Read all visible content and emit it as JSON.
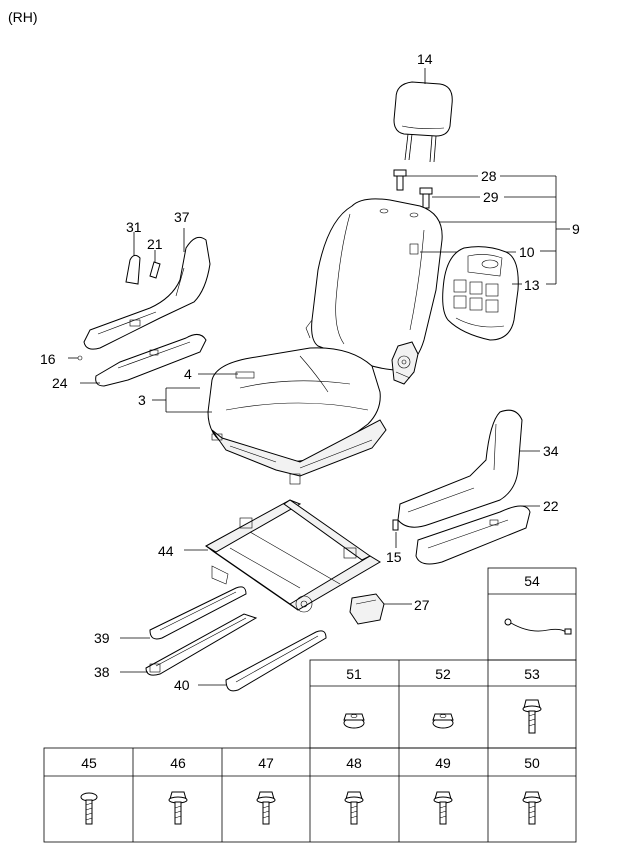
{
  "side_label": "(RH)",
  "callouts": {
    "c14": "14",
    "c28": "28",
    "c29": "29",
    "c9": "9",
    "c10": "10",
    "c13": "13",
    "c31": "31",
    "c21": "21",
    "c37": "37",
    "c16": "16",
    "c24": "24",
    "c4": "4",
    "c3": "3",
    "c34": "34",
    "c22": "22",
    "c44": "44",
    "c15": "15",
    "c27": "27",
    "c39": "39",
    "c38": "38",
    "c40": "40"
  },
  "fastener_table": {
    "row1": [
      "51",
      "52",
      "53"
    ],
    "extra": "54",
    "row2": [
      "45",
      "46",
      "47",
      "48",
      "49",
      "50"
    ]
  }
}
